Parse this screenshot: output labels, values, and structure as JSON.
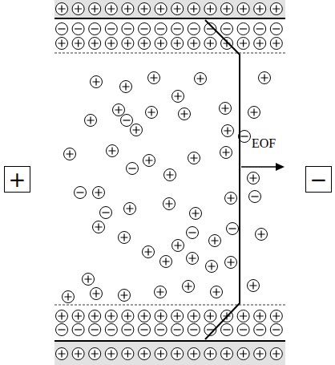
{
  "diagram": {
    "nodes": [
      {
        "text": [
          "+"
        ]
      },
      {
        "text": [
          "−"
        ]
      }
    ],
    "labels": [
      "EOF"
    ]
  }
}
